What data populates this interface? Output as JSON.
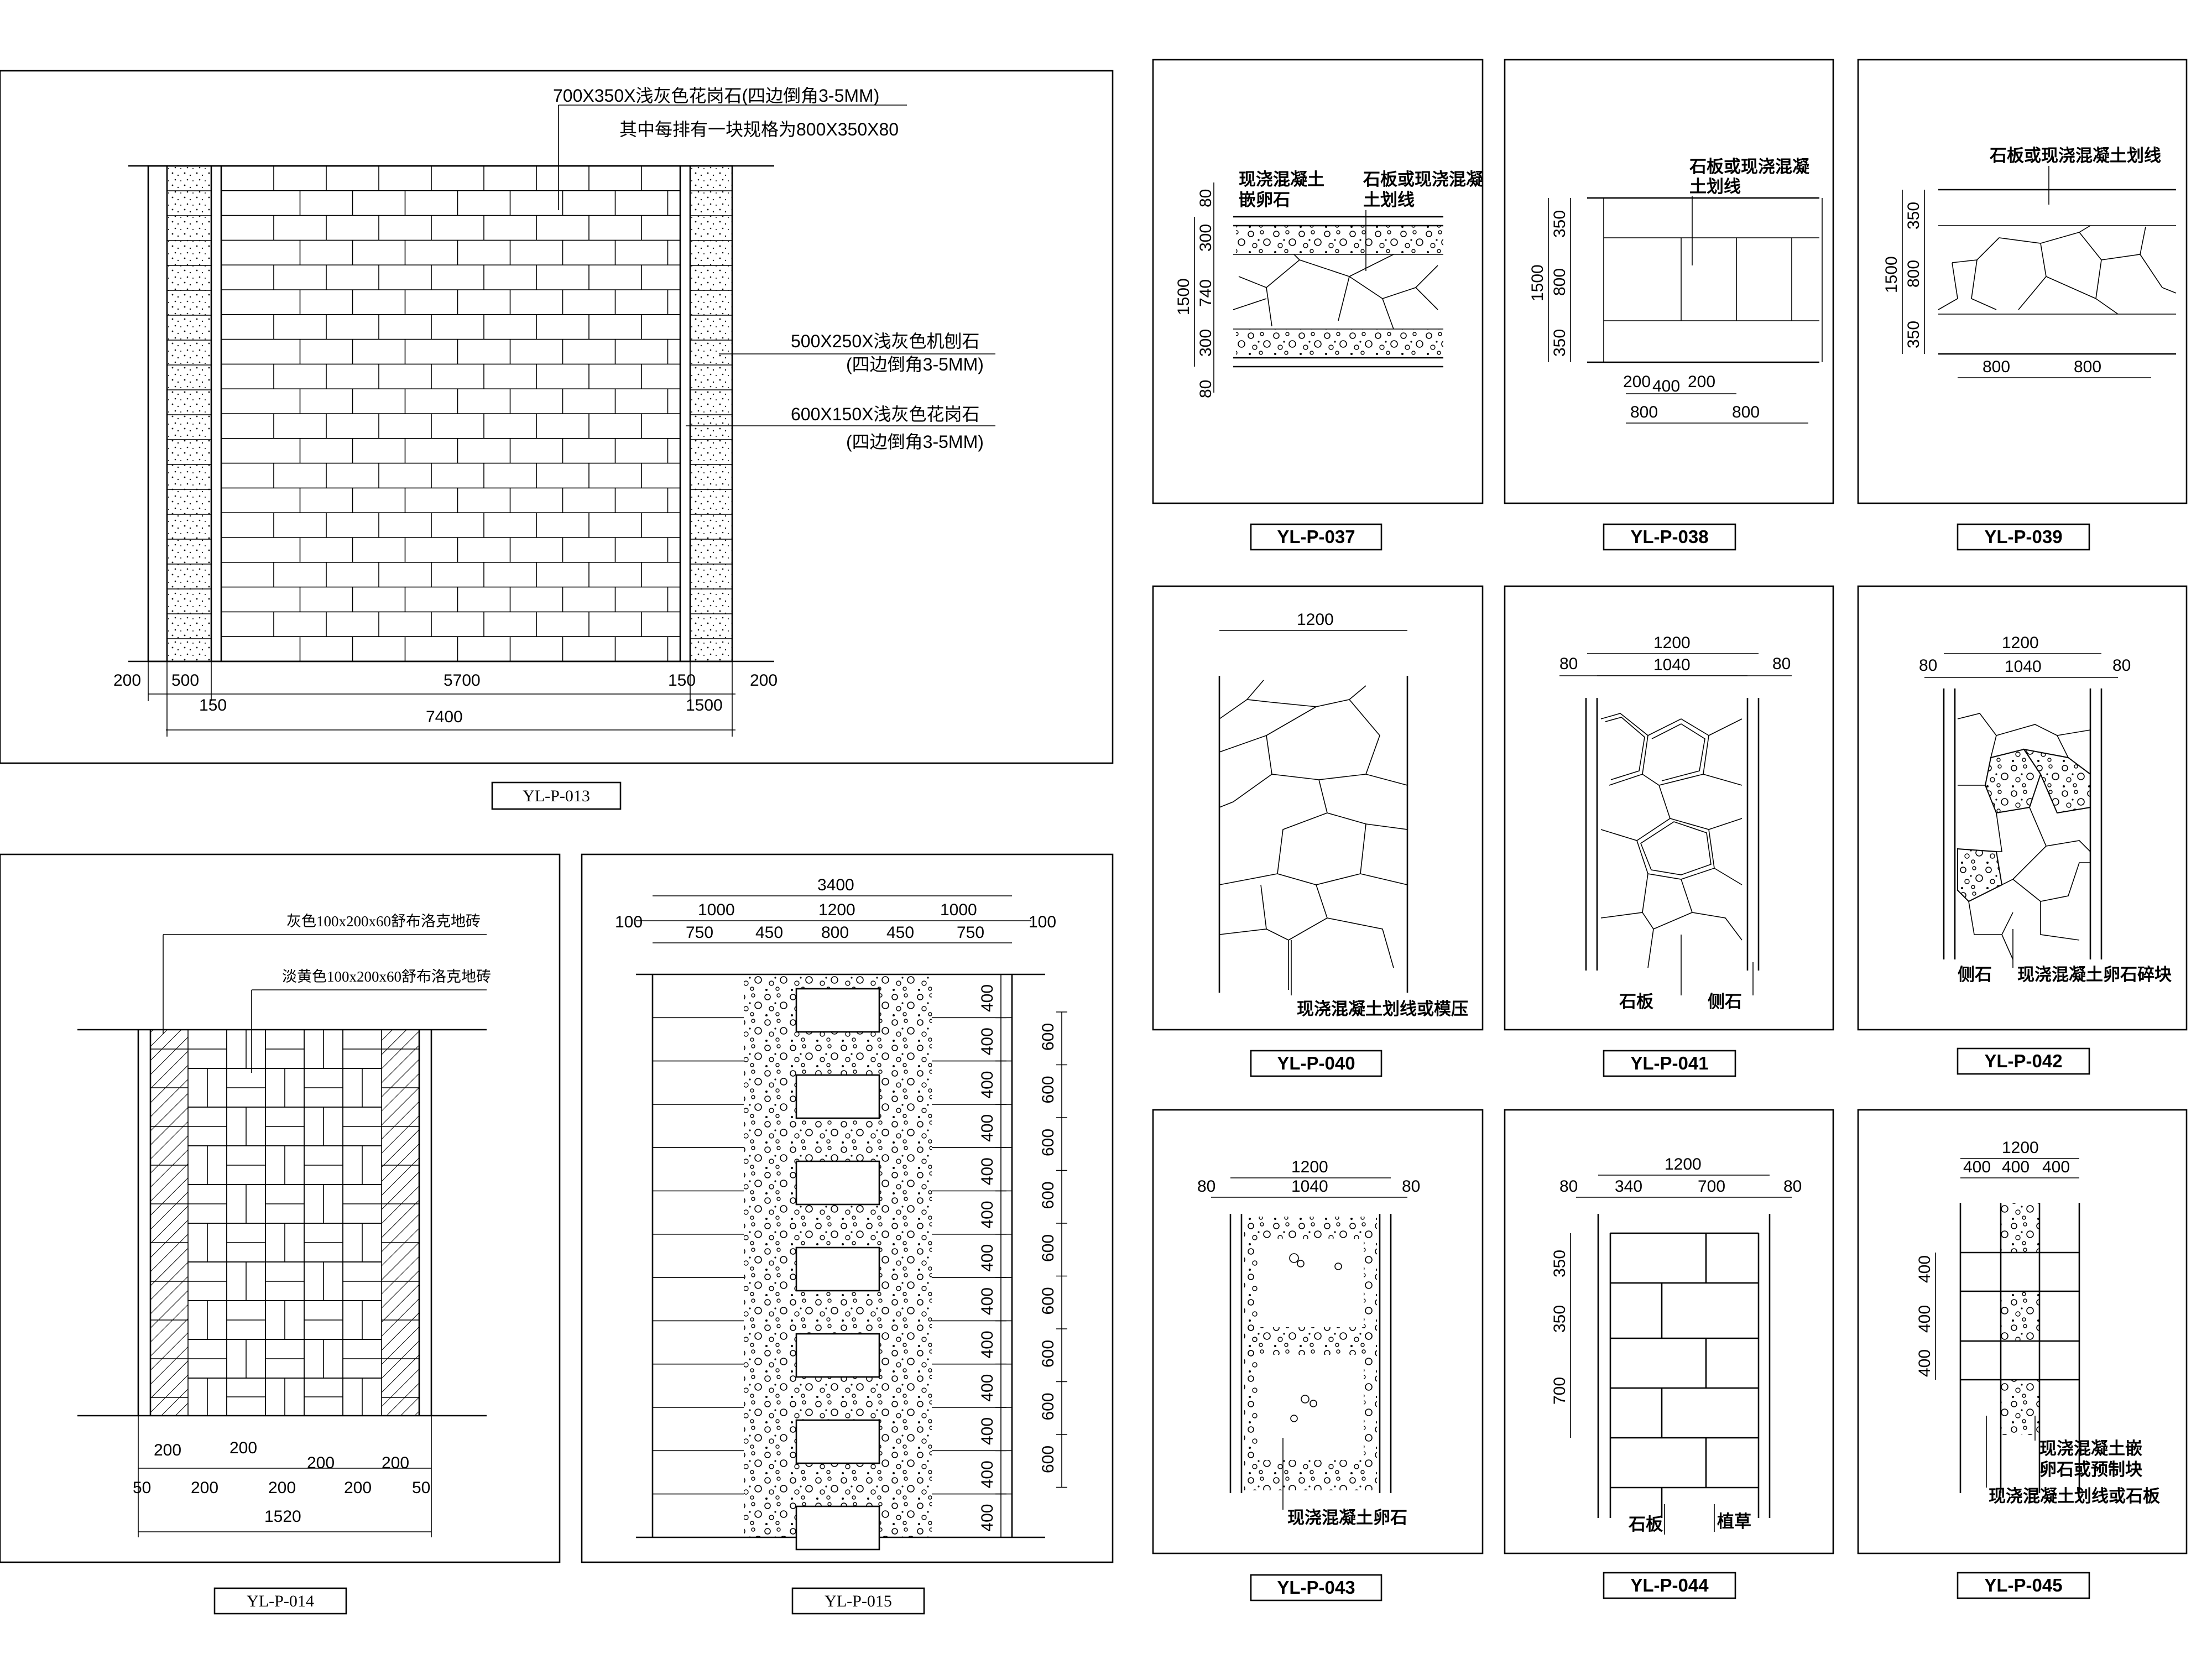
{
  "panels": {
    "p013": {
      "caption": "YL-P-013",
      "notes": [
        "700X350X浅灰色花岗石(四边倒角3-5MM)",
        "其中每排有一块规格为800X350X80",
        "500X250X浅灰色机刨石",
        "(四边倒角3-5MM)",
        "600X150X浅灰色花岗石",
        "(四边倒角3-5MM)"
      ],
      "dims_bottom": [
        "200",
        "500",
        "5700",
        "150",
        "200",
        "150",
        "1500"
      ],
      "dim_total": "7400"
    },
    "p014": {
      "caption": "YL-P-014",
      "notes": [
        "灰色100x200x60舒布洛克地砖",
        "淡黄色100x200x60舒布洛克地砖"
      ],
      "dims_upper": [
        "200",
        "200",
        "200",
        "200"
      ],
      "dims_lower": [
        "50",
        "200",
        "200",
        "200",
        "50"
      ],
      "dim_total": "1520"
    },
    "p015": {
      "caption": "YL-P-015",
      "dim_total": "3400",
      "dims_mid": [
        "100",
        "1000",
        "1200",
        "1000",
        "100"
      ],
      "dims_inner": [
        "750",
        "450",
        "800",
        "450",
        "750"
      ],
      "dims_right_a": [
        "400",
        "400",
        "400",
        "400",
        "400",
        "400",
        "400",
        "400",
        "400",
        "400",
        "400",
        "400",
        "400"
      ],
      "dims_right_b": [
        "600",
        "600",
        "600",
        "600",
        "600",
        "600",
        "600",
        "600",
        "600"
      ]
    },
    "p037": {
      "caption": "YL-P-037",
      "labels": [
        "现浇混凝土",
        "嵌卵石",
        "石板或现浇混凝",
        "土划线"
      ],
      "dims_left": [
        "80",
        "300",
        "740",
        "300",
        "80"
      ],
      "dim_total": "1500"
    },
    "p038": {
      "caption": "YL-P-038",
      "labels": [
        "石板或现浇混凝",
        "土划线"
      ],
      "dims_left": [
        "350",
        "800",
        "350"
      ],
      "dim_total": "1500",
      "dims_bottom_a": [
        "200",
        "400",
        "200"
      ],
      "dims_bottom_b": [
        "800",
        "800"
      ]
    },
    "p039": {
      "caption": "YL-P-039",
      "labels": [
        "石板或现浇混凝土划线"
      ],
      "dims_left": [
        "350",
        "800",
        "350"
      ],
      "dim_total": "1500",
      "dims_bottom": [
        "800",
        "800"
      ]
    },
    "p040": {
      "caption": "YL-P-040",
      "dim_total": "1200",
      "labels": [
        "现浇混凝土划线或模压"
      ]
    },
    "p041": {
      "caption": "YL-P-041",
      "dim_total": "1200",
      "dims": [
        "80",
        "1040",
        "80"
      ],
      "labels": [
        "石板",
        "侧石"
      ]
    },
    "p042": {
      "caption": "YL-P-042",
      "dim_total": "1200",
      "dims": [
        "80",
        "1040",
        "80"
      ],
      "labels": [
        "侧石",
        "现浇混凝土卵石碎块"
      ]
    },
    "p043": {
      "caption": "YL-P-043",
      "dim_total": "1200",
      "dims": [
        "80",
        "1040",
        "80"
      ],
      "labels": [
        "现浇混凝土卵石"
      ]
    },
    "p044": {
      "caption": "YL-P-044",
      "dim_total": "1200",
      "dims": [
        "80",
        "340",
        "700",
        "80"
      ],
      "dims_left": [
        "350",
        "350",
        "700"
      ],
      "labels": [
        "石板",
        "植草"
      ]
    },
    "p045": {
      "caption": "YL-P-045",
      "dim_total": "1200",
      "dims": [
        "400",
        "400",
        "400"
      ],
      "dims_left": [
        "400",
        "400",
        "400"
      ],
      "labels": [
        "现浇混凝土嵌",
        "卵石或预制块",
        "现浇混凝土划线或石板"
      ]
    }
  }
}
